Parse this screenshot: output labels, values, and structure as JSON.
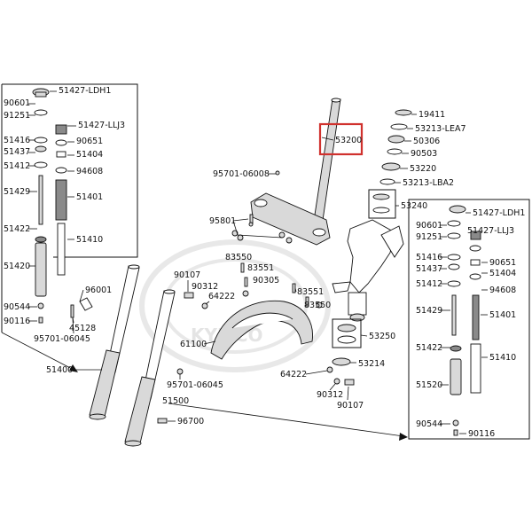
{
  "highlight_part": "53200",
  "watermark_text": "KYMCO",
  "left_box_labels": {
    "l_51427_ldh1": "51427-LDH1",
    "l_90601": "90601",
    "l_91251": "91251",
    "l_51427_llj3": "51427-LLJ3",
    "l_51416": "51416",
    "l_90651": "90651",
    "l_51437": "51437",
    "l_51404": "51404",
    "l_51412": "51412",
    "l_94608": "94608",
    "l_51429": "51429",
    "l_51401": "51401",
    "l_51422": "51422",
    "l_51410": "51410",
    "l_51420": "51420",
    "l_90544": "90544",
    "l_90116": "90116"
  },
  "right_box_labels": {
    "r_51427_ldh1": "51427-LDH1",
    "r_90601": "90601",
    "r_91251": "91251",
    "r_51427_llj3": "51427-LLJ3",
    "r_51416": "51416",
    "r_90651": "90651",
    "r_51437": "51437",
    "r_51404": "51404",
    "r_51412": "51412",
    "r_94608": "94608",
    "r_51429": "51429",
    "r_51401": "51401",
    "r_51422": "51422",
    "r_51410": "51410",
    "r_51520": "51520",
    "r_90544": "90544",
    "r_90116": "90116"
  },
  "center_labels": {
    "c_19411": "19411",
    "c_53213_lea7": "53213-LEA7",
    "c_53200": "53200",
    "c_50306": "50306",
    "c_90503": "90503",
    "c_53220": "53220",
    "c_53213_lba2": "53213-LBA2",
    "c_95701_06008": "95701-06008",
    "c_53240": "53240",
    "c_95801": "95801",
    "c_83550a": "83550",
    "c_83551a": "83551",
    "c_90305": "90305",
    "c_90107a": "90107",
    "c_90312a": "90312",
    "c_64222a": "64222",
    "c_83551b": "83551",
    "c_83550b": "83550",
    "c_96001": "96001",
    "c_45128": "45128",
    "c_95701_06045a": "95701-06045",
    "c_61100": "61100",
    "c_53250": "53250",
    "c_51400": "51400",
    "c_64222b": "64222",
    "c_53214": "53214",
    "c_95701_06045b": "95701-06045",
    "c_90312b": "90312",
    "c_90107b": "90107",
    "c_51500": "51500",
    "c_96700": "96700"
  }
}
